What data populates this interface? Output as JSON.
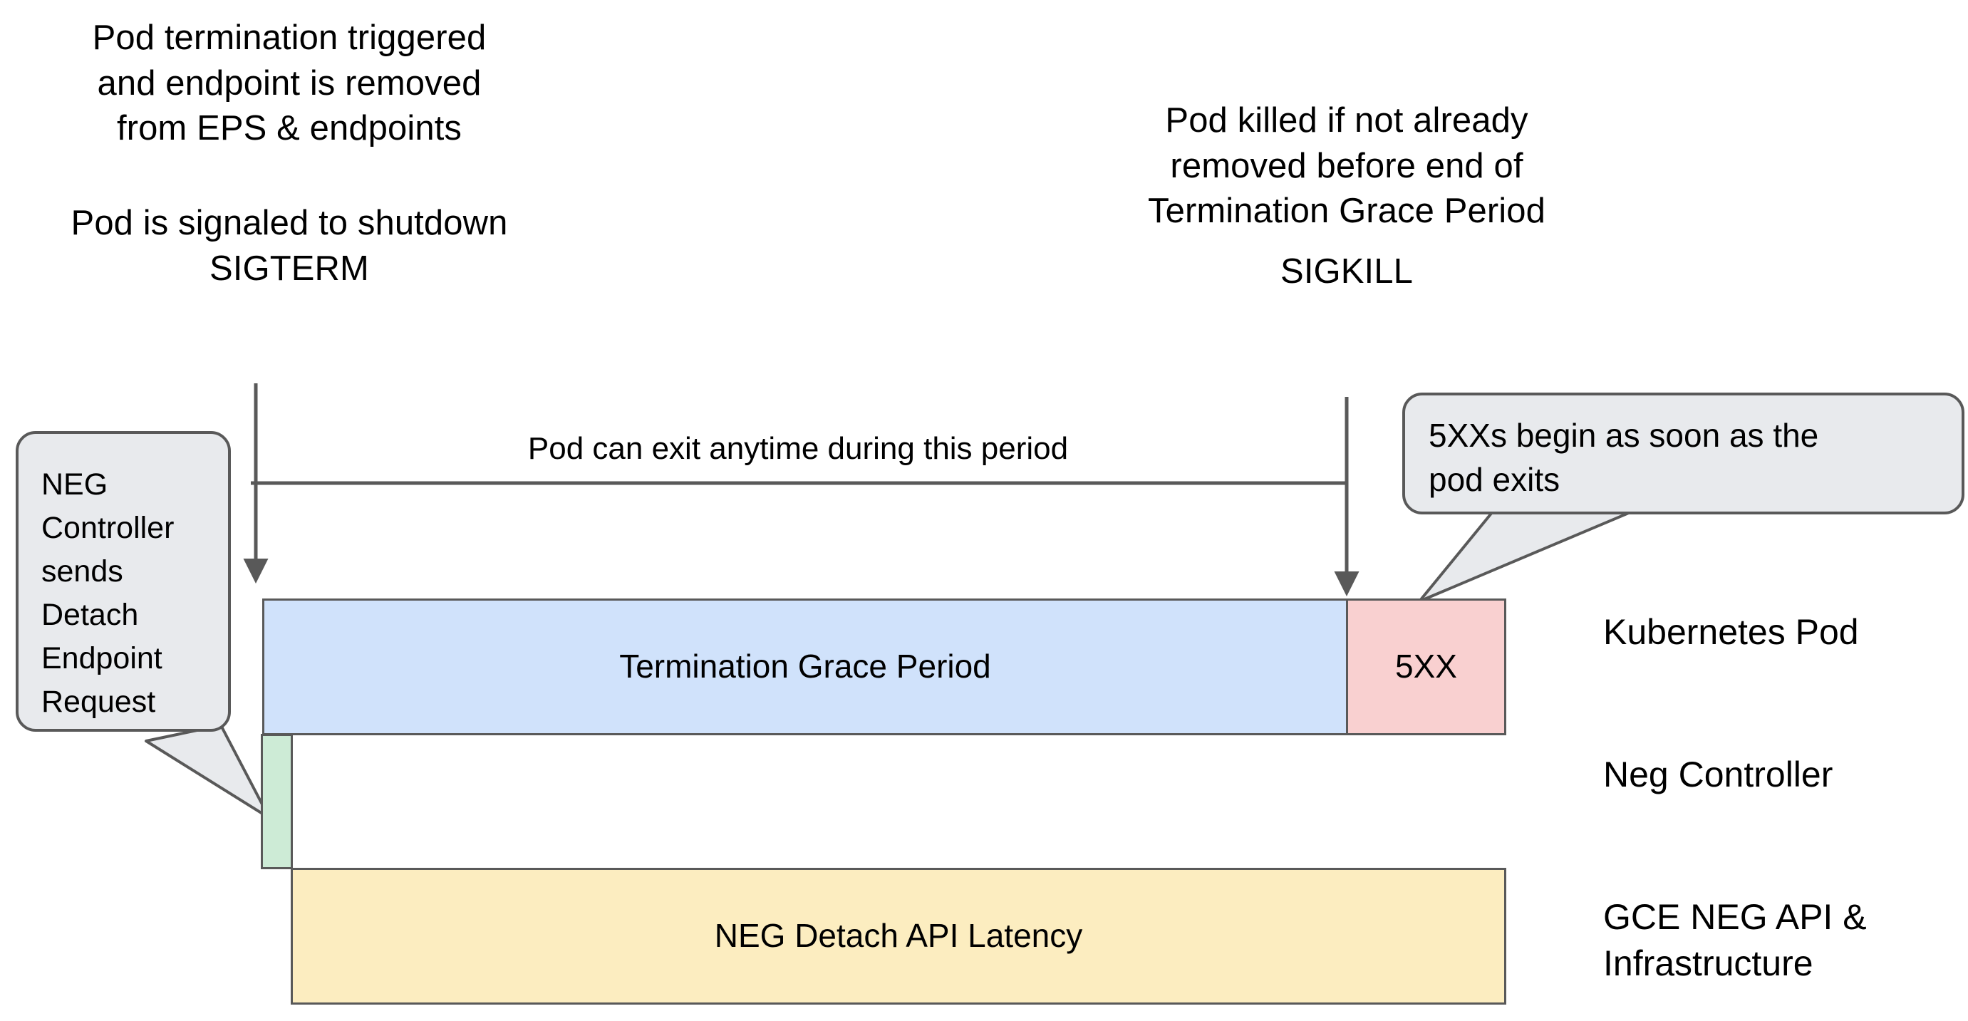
{
  "diagram": {
    "title": "Kubernetes Pod termination timeline with NEG detach latency",
    "background_color": "#ffffff",
    "stroke_color": "#595959"
  },
  "notes": {
    "left_top": "Pod termination triggered\nand endpoint is removed\nfrom EPS & endpoints",
    "left_bottom": "Pod is signaled to shutdown\nSIGTERM",
    "right_top": "Pod killed if not already\nremoved before end of\nTermination Grace Period",
    "right_bottom": "SIGKILL"
  },
  "timeline": {
    "span_label": "Pod can exit anytime during this period"
  },
  "callouts": [
    {
      "id": "neg-controller-callout",
      "text": "NEG\nController\nsends\nDetach\nEndpoint\nRequest",
      "fill": "#E8EAED",
      "stroke": "#595959"
    },
    {
      "id": "5xx-callout",
      "text": "5XXs begin as soon as the\npod exits",
      "fill": "#E8EAED",
      "stroke": "#595959"
    }
  ],
  "bars": [
    {
      "id": "termination-grace-period",
      "label": "Termination Grace Period",
      "fill": "#D0E2FB",
      "stroke": "#595959",
      "lane": "Kubernetes Pod"
    },
    {
      "id": "5xx",
      "label": "5XX",
      "fill": "#F9D0D0",
      "stroke": "#595959",
      "lane": "Kubernetes Pod"
    },
    {
      "id": "neg-detach-trigger",
      "label": "",
      "fill": "#CDEBD6",
      "stroke": "#595959",
      "lane": "Neg Controller"
    },
    {
      "id": "neg-detach-api-latency",
      "label": "NEG Detach API Latency",
      "fill": "#FCEDC0",
      "stroke": "#595959",
      "lane": "GCE NEG API & Infrastructure"
    }
  ],
  "lanes": [
    {
      "id": "lane-kubernetes-pod",
      "label": "Kubernetes Pod"
    },
    {
      "id": "lane-neg-controller",
      "label": "Neg Controller"
    },
    {
      "id": "lane-gce-neg-api",
      "label": "GCE NEG API &\nInfrastructure"
    }
  ],
  "chart_data": {
    "type": "bar",
    "title": "Pod termination timeline",
    "xlabel": "",
    "ylabel": "",
    "orientation": "horizontal",
    "time_axis_units": "relative timeline position (px)",
    "categories": [
      "Kubernetes Pod",
      "Neg Controller",
      "GCE NEG API & Infrastructure"
    ],
    "series": [
      {
        "name": "Termination Grace Period",
        "lane": "Kubernetes Pod",
        "start": 368,
        "end": 1889,
        "fill": "#D0E2FB"
      },
      {
        "name": "5XX",
        "lane": "Kubernetes Pod",
        "start": 1889,
        "end": 2114,
        "fill": "#F9D0D0"
      },
      {
        "name": "NEG Detach Request",
        "lane": "Neg Controller",
        "start": 366,
        "end": 411,
        "fill": "#CDEBD6"
      },
      {
        "name": "NEG Detach API Latency",
        "lane": "GCE NEG API & Infrastructure",
        "start": 408,
        "end": 2114,
        "fill": "#FCEDC0"
      }
    ],
    "markers": [
      {
        "name": "SIGTERM / endpoint removed",
        "x": 359
      },
      {
        "name": "SIGKILL / end of grace period",
        "x": 1890
      }
    ],
    "annotations": [
      "Pod can exit anytime during this period",
      "5XXs begin as soon as the pod exits",
      "NEG Controller sends Detach Endpoint Request"
    ],
    "grid": false,
    "legend": "none"
  }
}
